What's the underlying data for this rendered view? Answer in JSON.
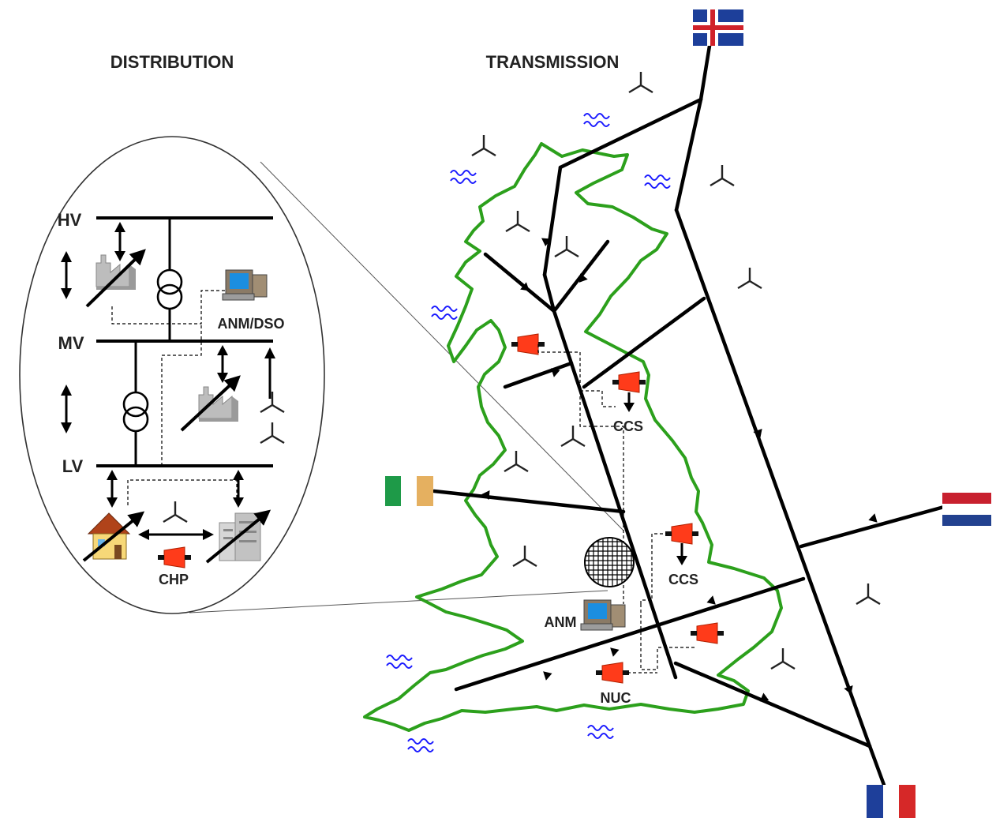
{
  "headers": {
    "distribution": "DISTRIBUTION",
    "transmission": "TRANSMISSION"
  },
  "distribution": {
    "voltage_levels": [
      "HV",
      "MV",
      "LV"
    ],
    "anm_dso_label": "ANM/DSO",
    "chp_label": "CHP"
  },
  "transmission": {
    "ccs_labels": [
      "CCS",
      "CCS"
    ],
    "anm_label": "ANM",
    "nuc_label": "NUC"
  },
  "interconnector_flags": [
    "iceland-flag",
    "ireland-flag",
    "netherlands-flag",
    "france-flag"
  ],
  "colors": {
    "coastline": "#2ca01c",
    "lines": "#000000",
    "generator": "#ff3b1a",
    "wave": "#1a1aff",
    "iceland_blue": "#1d3f9a",
    "iceland_red": "#d0222a",
    "ireland_green": "#1e9a48",
    "ireland_orange": "#e5b060",
    "nl_red": "#c8202e",
    "nl_blue": "#22418f",
    "fr_blue": "#1e3f9a",
    "fr_red": "#d62828"
  }
}
